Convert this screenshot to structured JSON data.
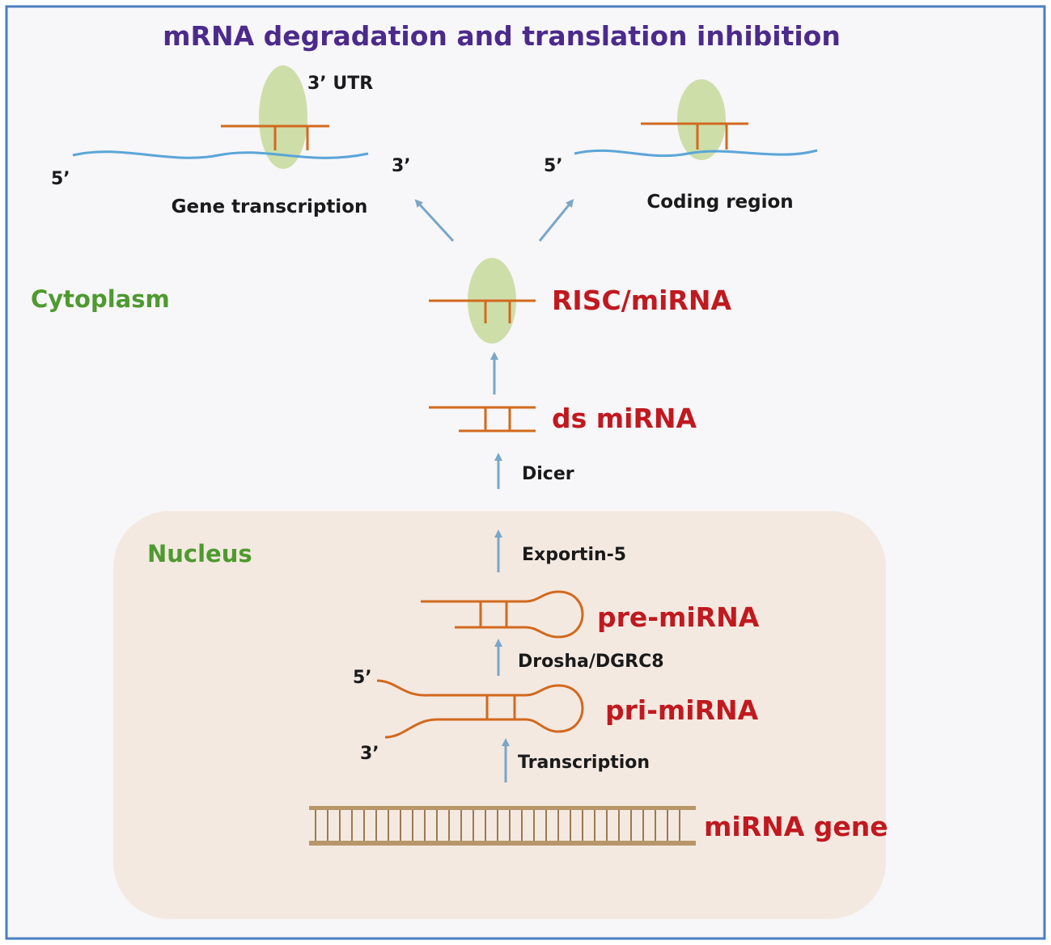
{
  "title": "mRNA degradation and translation inhibition",
  "compartments": {
    "cytoplasm": "Cytoplasm",
    "nucleus": "Nucleus"
  },
  "targets": {
    "left": {
      "utr_label": "3’ UTR",
      "five_prime": "5’",
      "three_prime": "3’",
      "caption": "Gene transcription"
    },
    "right": {
      "five_prime": "5’",
      "caption": "Coding region"
    }
  },
  "stages": {
    "risc": "RISC/miRNA",
    "ds_mirna": "ds miRNA",
    "pre_mirna": "pre-miRNA",
    "pri_mirna": "pri-miRNA",
    "mirna_gene": "miRNA gene"
  },
  "steps": {
    "dicer": "Dicer",
    "exportin": "Exportin-5",
    "drosha": "Drosha/DGRC8",
    "transcription": "Transcription"
  },
  "pri_ends": {
    "five_prime": "5’",
    "three_prime": "3’"
  },
  "colors": {
    "title": "#4b2a8c",
    "stage_label": "#c0191f",
    "compartment_label": "#4e9a2f",
    "rna_strand": "#d2691e",
    "mrna": "#5aa5d8",
    "risc_protein": "#c9dba0",
    "arrow": "#7aa6c7",
    "frame": "#4a7fbf",
    "cytoplasm_bg": "#f7f6f8",
    "nucleus_bg": "#f4e9e1",
    "dna": "#b8966a"
  }
}
